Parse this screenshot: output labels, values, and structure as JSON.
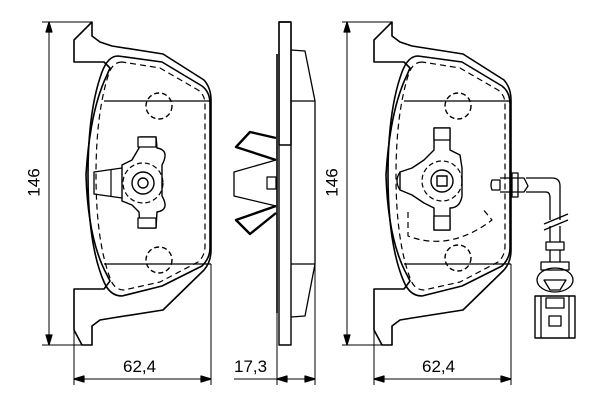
{
  "drawing": {
    "subject": "brake-pad-set-technical-drawing",
    "line_color": "#000000",
    "background": "#ffffff"
  },
  "dimensions": {
    "left_pad_height": "146",
    "left_pad_width": "62,4",
    "side_view_thickness": "17,3",
    "right_pad_height": "146",
    "right_pad_width": "62,4"
  },
  "views": [
    {
      "name": "left-pad-front-view"
    },
    {
      "name": "pad-side-view"
    },
    {
      "name": "right-pad-front-view-with-wear-sensor"
    }
  ]
}
